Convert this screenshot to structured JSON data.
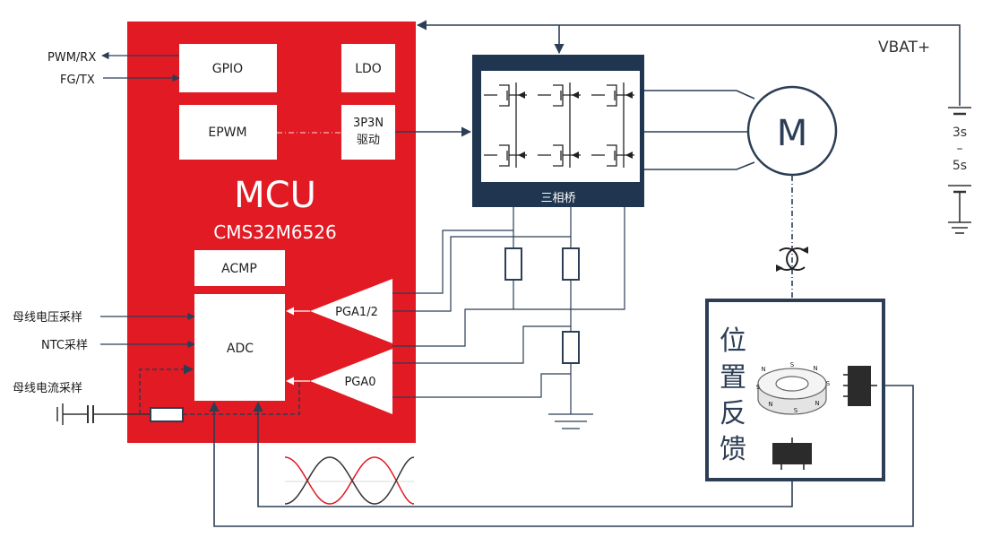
{
  "mcu": {
    "title": "MCU",
    "part": "CMS32M6526",
    "gpio": "GPIO",
    "ldo": "LDO",
    "epwm": "EPWM",
    "driver_line1": "3P3N",
    "driver_line2": "驱动",
    "acmp": "ACMP",
    "adc": "ADC",
    "pga12": "PGA1/2",
    "pga0": "PGA0"
  },
  "inputs": {
    "pwm_rx": "PWM/RX",
    "fg_tx": "FG/TX",
    "bus_voltage": "母线电压采样",
    "ntc": "NTC采样",
    "bus_current": "母线电流采样"
  },
  "bridge": {
    "label": "三相桥"
  },
  "motor": {
    "label": "M"
  },
  "power": {
    "vbat": "VBAT+",
    "cells_top": "3s",
    "cells_dash": "–",
    "cells_bottom": "5s"
  },
  "feedback": {
    "chars": [
      "位",
      "置",
      "反",
      "馈"
    ],
    "magnet_letters": [
      "S",
      "N",
      "S",
      "N",
      "S",
      "N",
      "S",
      "N"
    ]
  },
  "colors": {
    "mcu_red": "#e11a23",
    "wire": "#2c3e55",
    "bridge_frame": "#1f3550",
    "sine_red": "#e11a23",
    "sine_dark": "#333333"
  }
}
